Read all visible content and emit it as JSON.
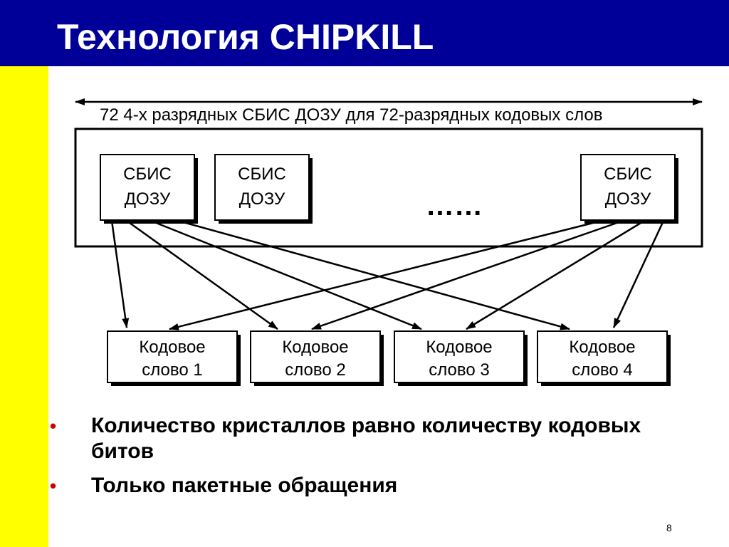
{
  "slide": {
    "title": "Технология CHIPKILL",
    "page_number": "8",
    "colors": {
      "title_bar": "#000099",
      "side_strip": "#ffff00",
      "bullet": "#cc0000"
    }
  },
  "diagram": {
    "span_label": "72 4-х разрядных СБИС ДОЗУ для 72-разрядных кодовых слов",
    "chips": [
      {
        "line1": "СБИС",
        "line2": "ДОЗУ"
      },
      {
        "line1": "СБИС",
        "line2": "ДОЗУ"
      },
      {
        "line1": "СБИС",
        "line2": "ДОЗУ"
      }
    ],
    "ellipsis": "……",
    "codewords": [
      {
        "line1": "Кодовое",
        "line2": "слово 1"
      },
      {
        "line1": "Кодовое",
        "line2": "слово 2"
      },
      {
        "line1": "Кодовое",
        "line2": "слово 3"
      },
      {
        "line1": "Кодовое",
        "line2": "слово 4"
      }
    ]
  },
  "bullets": [
    {
      "mark": "•",
      "text": "Количество кристаллов равно количеству кодовых битов"
    },
    {
      "mark": "•",
      "text": "Только пакетные обращения"
    }
  ]
}
